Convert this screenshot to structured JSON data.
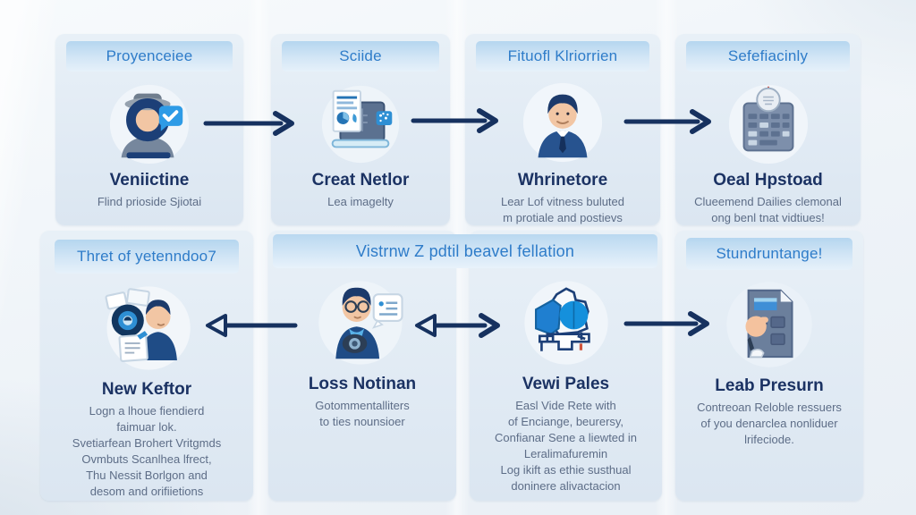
{
  "colors": {
    "accent": "#2e7cc9",
    "title": "#1b3263",
    "body_text": "#5d6d87",
    "arrow": "#16315f",
    "panel_bg": "#e3ecf5",
    "header_band": "#bcd9f0"
  },
  "icons": {
    "top": [
      "verified-detective-icon",
      "laptop-report-icon",
      "businessman-avatar-icon",
      "schedule-board-icon"
    ],
    "bottom": [
      "camera-target-icon",
      "reporter-camera-icon",
      "inspection-machine-icon",
      "document-hand-icon"
    ]
  },
  "top_row": [
    {
      "header": "Proyenceiee",
      "title": "Veniictine",
      "desc": "Flind prioside Sjiotai"
    },
    {
      "header": "Sciide",
      "title": "Creat Netlor",
      "desc": "Lea imagelty"
    },
    {
      "header": "Fituofl Klriorrien",
      "title": "Whrinetore",
      "desc": "Lear Lof vitness buluted\nm protiale and postievs"
    },
    {
      "header": "Sefefiacinly",
      "title": "Oeal Hpstoad",
      "desc": "Clueemend Dailies clemonal\nong benl tnat vidtiues!"
    }
  ],
  "bottom_row": {
    "span_header": "Vistrnw Z pdtil beavel fellation",
    "panels": [
      {
        "header": "Thret of yetenndoo7",
        "title": "New Keftor",
        "desc": "Logn a lhoue fiendierd\nfaimuar lok.\nSvetiarfean Brohert Vritgmds\nOvmbuts Scanlhea lfrect,\nThu Nessit Borlgon and\ndesom and orifiietions"
      },
      {
        "title": "Loss Notinan",
        "desc": "Gotommentalliters\nto ties nounsioer"
      },
      {
        "title": "Vewi Pales",
        "desc": "Easl Vide Rete with\nof Enciange, beurersy,\nConfianar Sene a liewted in\nLeralimafuremin\nLog ikift as ethie susthual\ndoninere alivactacion"
      },
      {
        "header": "Stundruntange!",
        "title": "Leab Presurn",
        "desc": "Contreoan Reloble ressuers\nof you denarclea nonliduer\nlrifeciode."
      }
    ]
  }
}
